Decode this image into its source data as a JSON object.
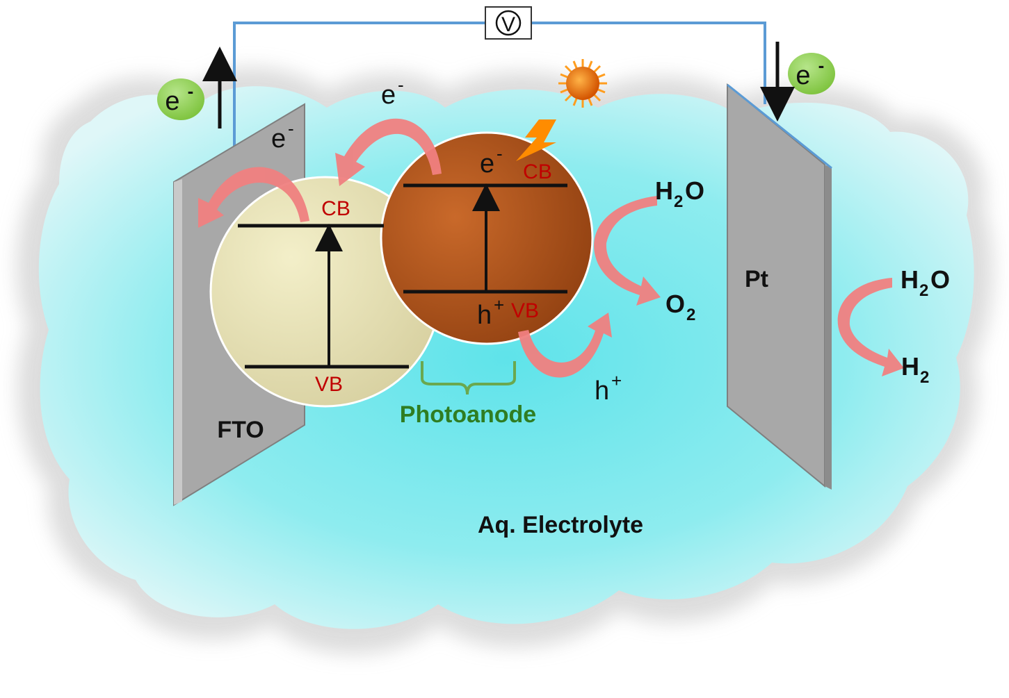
{
  "labels": {
    "voltmeter": "V",
    "electron": "e",
    "minus": "-",
    "hole": "h",
    "plus": "+",
    "cb": "CB",
    "vb": "VB",
    "water": "H",
    "water_sub": "2",
    "water_tail": "O",
    "oxygen": "O",
    "oxygen_sub": "2",
    "hydrogen": "H",
    "hydrogen_sub": "2",
    "fto": "FTO",
    "pt": "Pt",
    "photoanode": "Photoanode",
    "electrolyte": "Aq. Electrolyte"
  },
  "colors": {
    "electrolyte": "#5fe3ea",
    "wire": "#5b9bd5",
    "electrode": "#a8a8a8",
    "particle_light": "#e8e3b5",
    "particle_dark": "#b8561a",
    "arrow": "#f08080",
    "badge": "#8fd14f",
    "band_text": "#c00000",
    "brace": "#6aa84f"
  }
}
